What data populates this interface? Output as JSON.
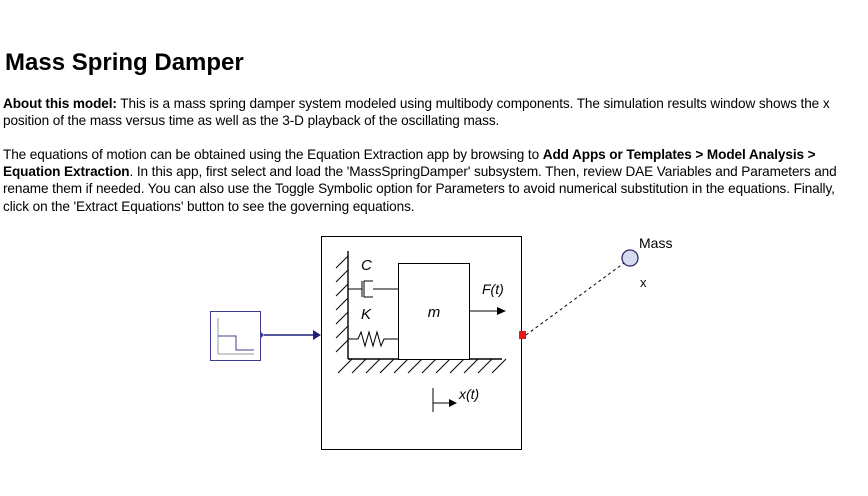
{
  "page": {
    "title": "Mass Spring Damper"
  },
  "about": {
    "label": "About this model:",
    "text": " This is a mass spring damper system modeled using multibody components. The simulation results window shows the x position of the mass versus time as well as the 3-D playback of the oscillating mass."
  },
  "equations": {
    "text_before": "The equations of motion can be obtained using the Equation Extraction app by browsing to ",
    "path": "Add Apps or Templates > Model Analysis > Equation Extraction",
    "text_after": ". In this app, first select and load the 'MassSpringDamper' subsystem. Then, review DAE Variables and Parameters and rename them if needed. You can also use the Toggle Symbolic option for Parameters to avoid numerical substitution in the equations. Finally, click on the 'Extract Equations' button to see the governing equations."
  },
  "diagram": {
    "damper_label": "C",
    "spring_label": "K",
    "mass_label": "m",
    "force_label": "F(t)",
    "displacement_label": "x(t)",
    "probe_name": "Mass",
    "probe_output": "x"
  },
  "colors": {
    "signal_line": "#1f1f7a",
    "source_border": "#3c3c96",
    "port_marker": "#e8151b",
    "probe_fill": "#d7dbee"
  }
}
